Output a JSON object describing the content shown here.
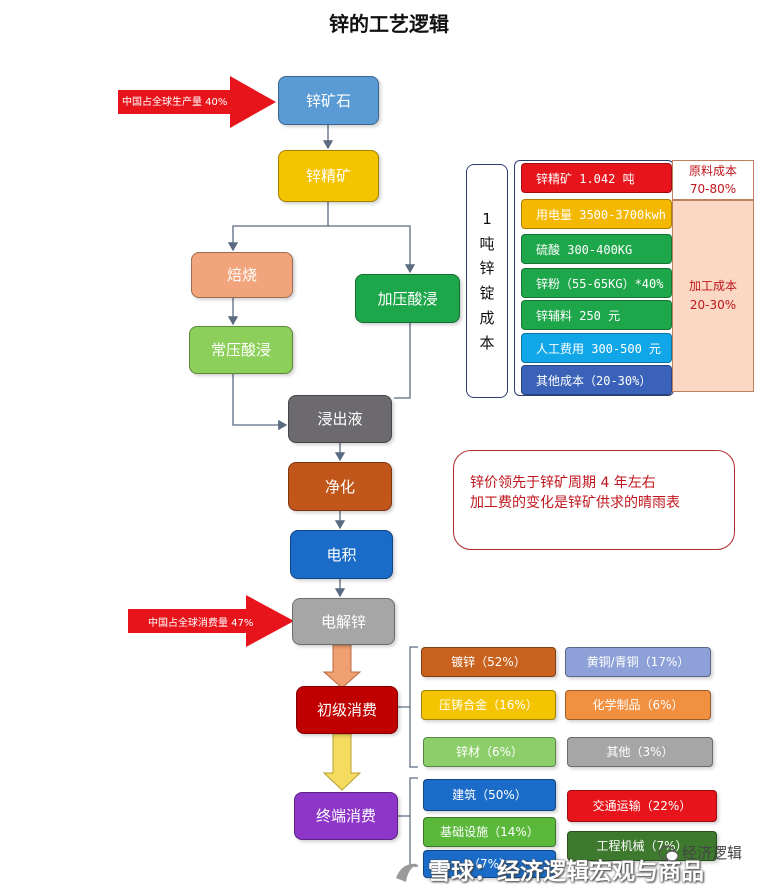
{
  "title": "锌的工艺逻辑",
  "arrows": {
    "global_production": "中国占全球生产量 40%",
    "global_consumption": "中国占全球消费量 47%"
  },
  "process": {
    "zinc_ore": "锌矿石",
    "zinc_concentrate": "锌精矿",
    "roasting": "焙烧",
    "atmospheric_leach": "常压酸浸",
    "pressure_leach": "加压酸浸",
    "leach_solution": "浸出液",
    "purification": "净化",
    "electrowinning": "电积",
    "electrolytic_zinc": "电解锌",
    "primary_consumption": "初级消费",
    "terminal_consumption": "终端消费"
  },
  "cost": {
    "vertical_label": [
      "1",
      "吨",
      "锌",
      "锭",
      "成",
      "本"
    ],
    "items": [
      {
        "label": "锌精矿 1.042 吨",
        "color": "#e8141c"
      },
      {
        "label": "用电量 3500-3700kwh",
        "color": "#f5b800"
      },
      {
        "label": "硫酸 300-400KG",
        "color": "#1ea64a"
      },
      {
        "label": "锌粉（55-65KG）*40%",
        "color": "#1ea64a"
      },
      {
        "label": "锌辅料 250 元",
        "color": "#1ea64a"
      },
      {
        "label": "人工费用 300-500 元",
        "color": "#10a6e8"
      },
      {
        "label": "其他成本（20-30%）",
        "color": "#3a62b8"
      }
    ],
    "raw_material": {
      "label": "原料成本",
      "pct": "70-80%"
    },
    "processing": {
      "label": "加工成本",
      "pct": "20-30%"
    }
  },
  "note": {
    "line1": "锌价领先于锌矿周期 4 年左右",
    "line2": "加工费的变化是锌矿供求的晴雨表"
  },
  "primary_uses": [
    {
      "label": "镀锌（52%）",
      "color": "#c8621e"
    },
    {
      "label": "黄铜/青铜（17%）",
      "color": "#8da0d8"
    },
    {
      "label": "压铸合金（16%）",
      "color": "#f5c400"
    },
    {
      "label": "化学制品（6%）",
      "color": "#f09040"
    },
    {
      "label": "锌材（6%）",
      "color": "#8ccf6a"
    },
    {
      "label": "其他（3%）",
      "color": "#a6a6a6"
    }
  ],
  "terminal_uses": [
    {
      "label": "建筑（50%）",
      "color": "#1a6cc8"
    },
    {
      "label": "交通运输（22%）",
      "color": "#e8141c"
    },
    {
      "label": "基础设施（14%）",
      "color": "#5ab83a"
    },
    {
      "label": "工程机械（7%）",
      "color": "#3e7a2e"
    },
    {
      "label": "（7%）",
      "color": "#1a6cc8"
    }
  ],
  "watermark": {
    "left": "雪球：经济逻辑宏观与商品",
    "right": "经济逻辑"
  }
}
